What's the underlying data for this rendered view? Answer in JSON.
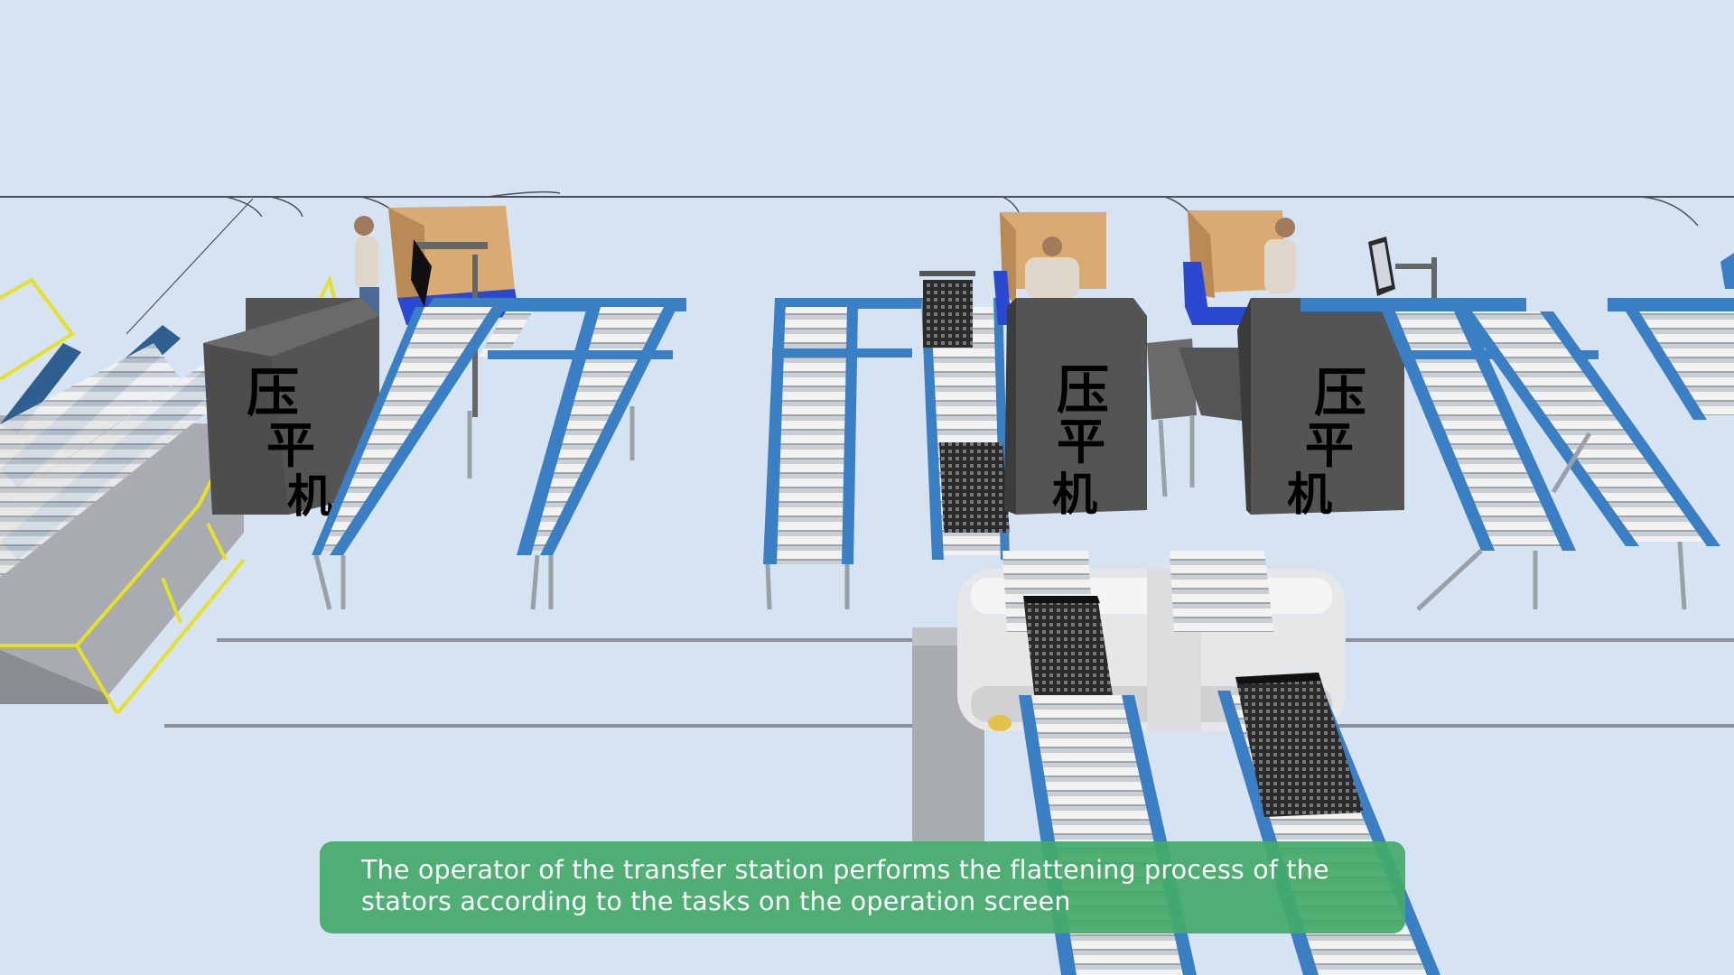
{
  "scene": {
    "machine_label_chars": [
      "压",
      "平",
      "机"
    ],
    "colors": {
      "background": "#d6e3f2",
      "conveyor_frame": "#3a7ec4",
      "rollers": "#dcdcdc",
      "machine_body": "#5a5a5a",
      "box": "#d9aa72",
      "railing": "#e5e02a",
      "caption_bg": "#44aa69"
    }
  },
  "caption": {
    "line1": "The operator of the transfer station performs the flattening process of the",
    "line2": "stators according to the tasks on the operation screen"
  }
}
